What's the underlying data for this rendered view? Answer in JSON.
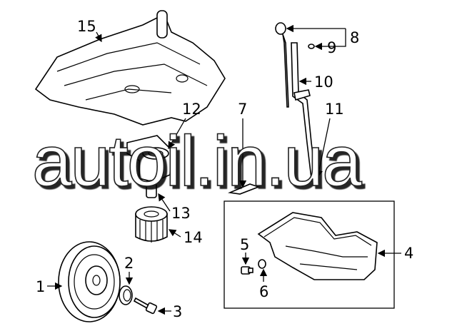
{
  "diagram": {
    "callouts": {
      "p1": "1",
      "p2": "2",
      "p3": "3",
      "p4": "4",
      "p5": "5",
      "p6": "6",
      "p7": "7",
      "p8": "8",
      "p9": "9",
      "p10": "10",
      "p11": "11",
      "p12": "12",
      "p13": "13",
      "p14": "14",
      "p15": "15"
    },
    "watermark": "autoil.in.ua"
  }
}
